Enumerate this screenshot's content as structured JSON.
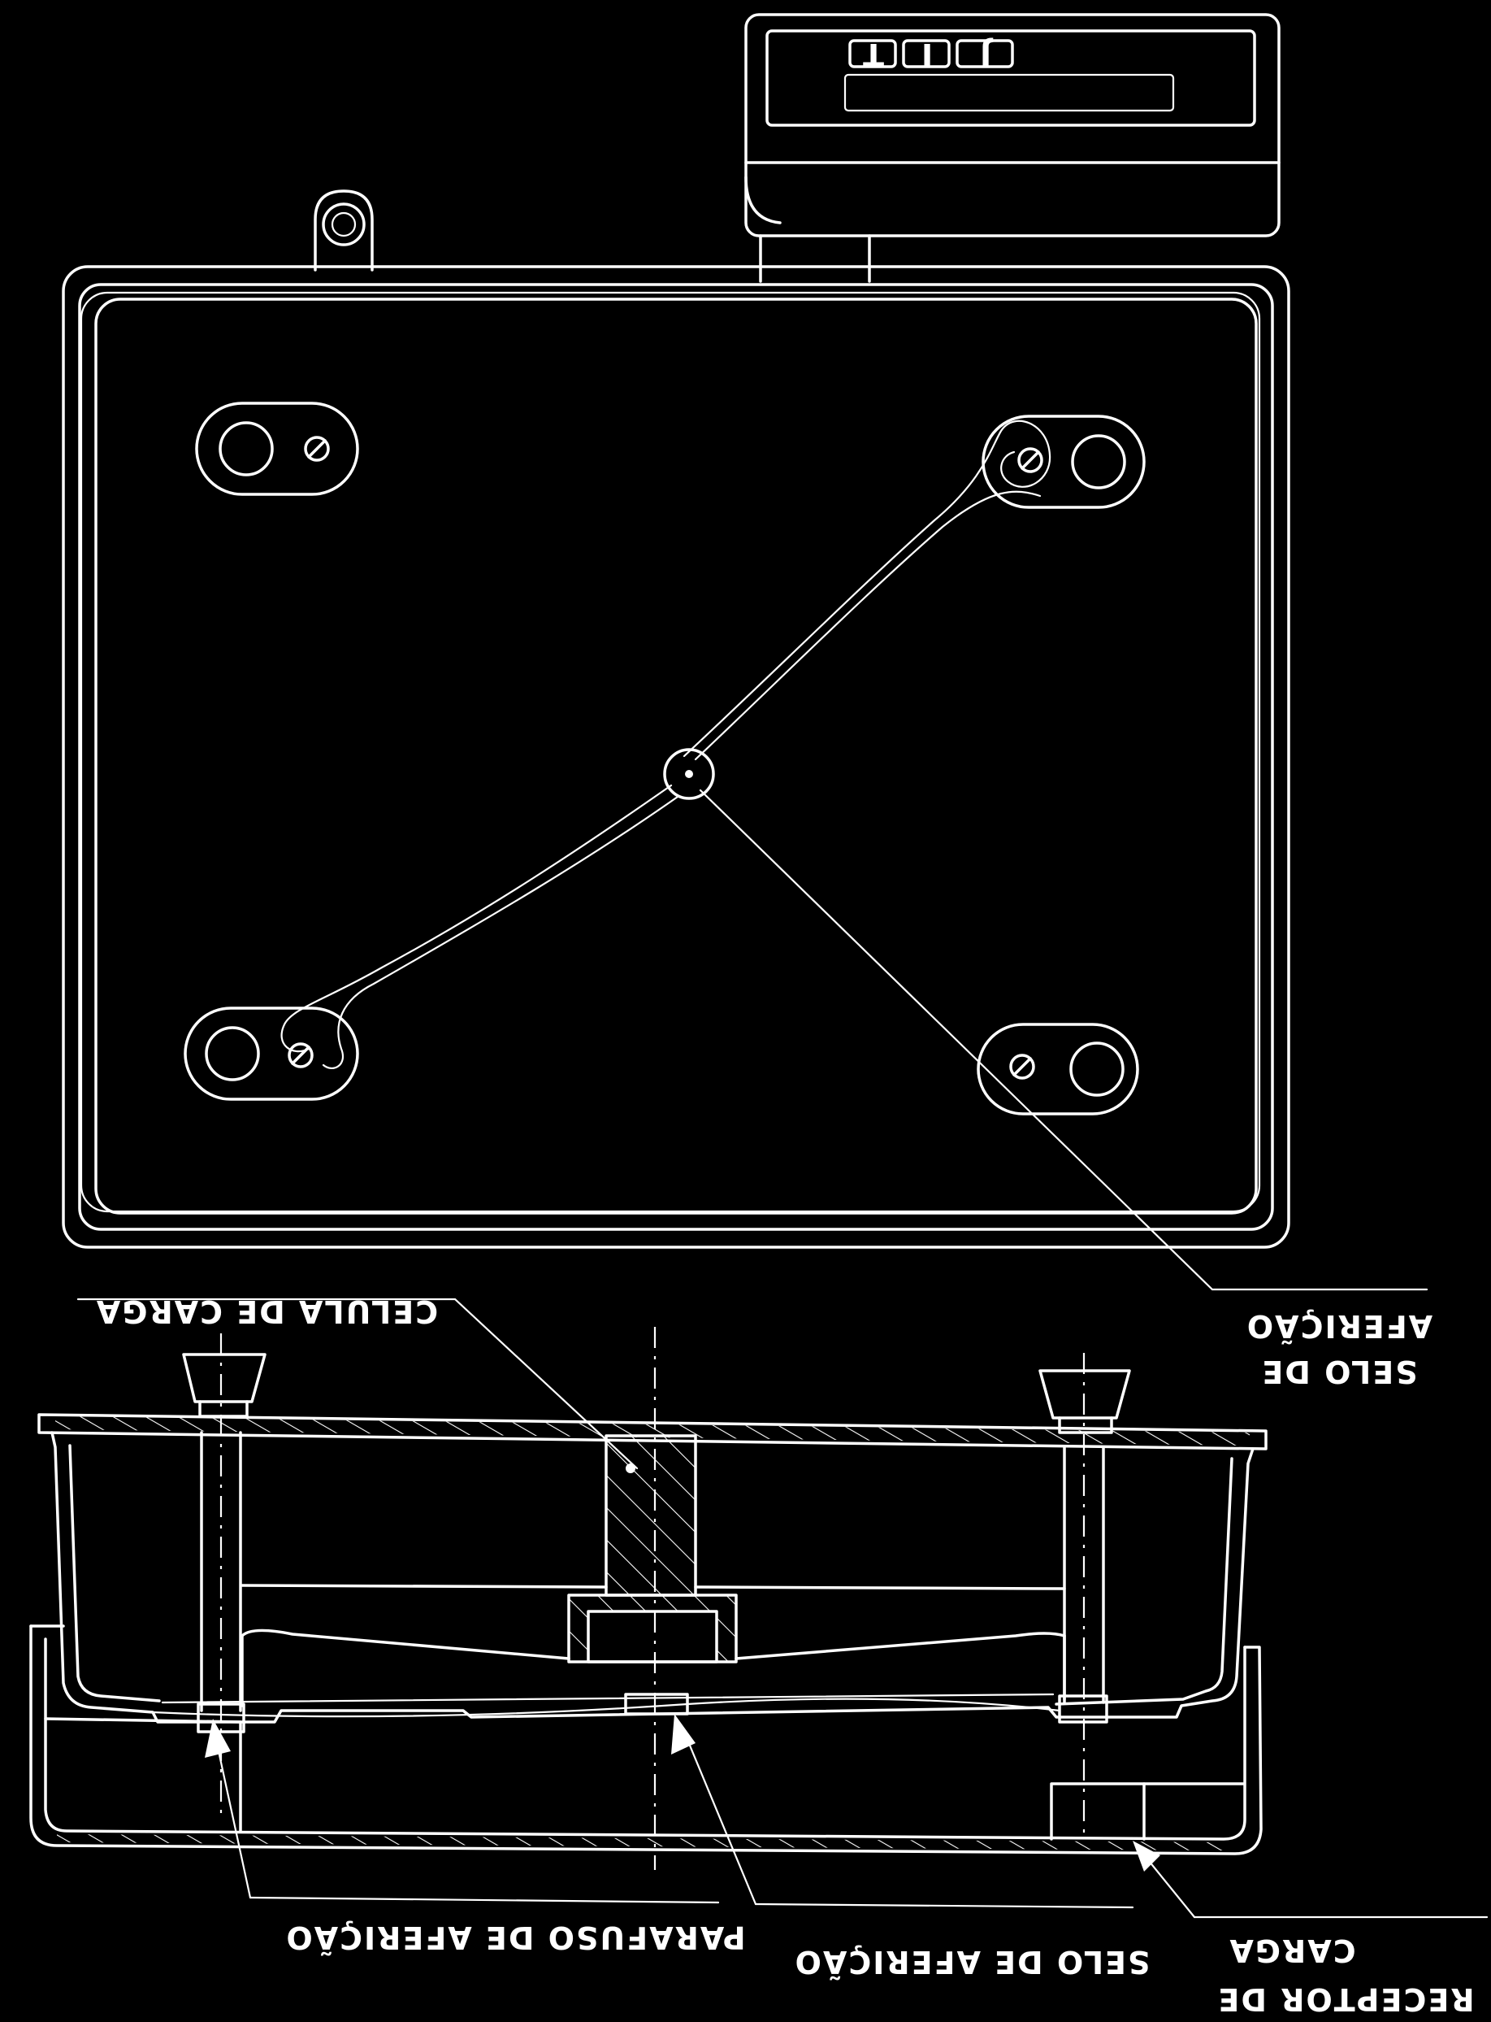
{
  "labels": {
    "celula": "CELULA DE CARGA",
    "selo_top_1": "SELO DE",
    "selo_top_2": "AFERIÇÃO",
    "parafuso": "PARAFUSO DE AFERIÇÃO",
    "selo_bottom": "SELO DE AFERIÇÃO",
    "receptor_1": "RECEPTOR DE",
    "receptor_2": "CARGA"
  },
  "display": {
    "keys": [
      "T",
      "I",
      "J"
    ]
  },
  "colors": {
    "background": "#000000",
    "line": "#ffffff"
  }
}
